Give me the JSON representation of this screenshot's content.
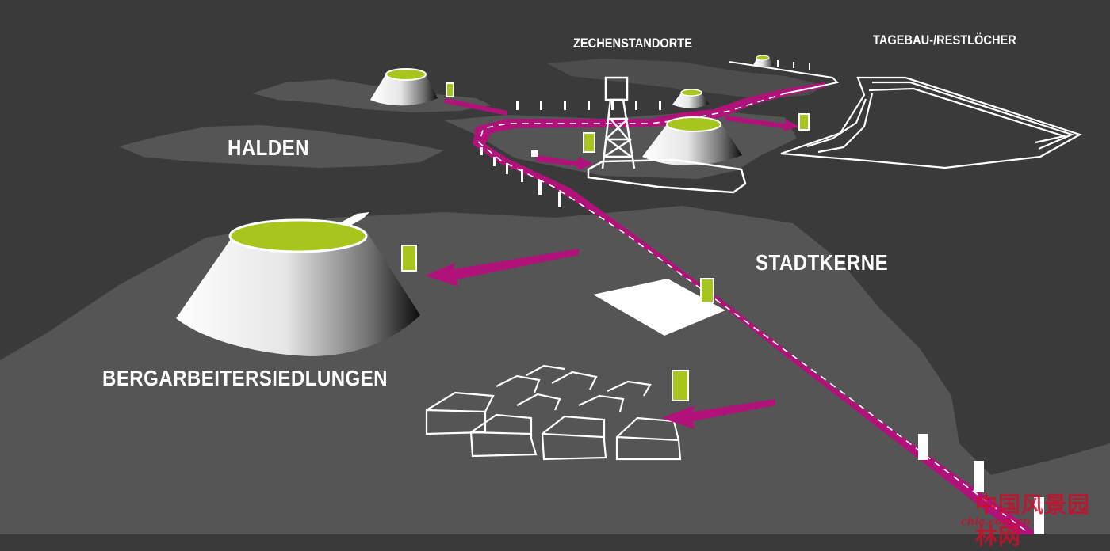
{
  "labels": {
    "halden": "HALDEN",
    "bergarbeitersiedlungen": "BERGARBEITERSIEDLUNGEN",
    "stadtkerne": "STADTKERNE",
    "zechenstandorte": "ZECHENSTANDORTE",
    "tagebau": "TAGEBAU-/RESTLÖCHER"
  },
  "watermark": {
    "brand": "中国风景园林网",
    "url": "chla.com.cn"
  },
  "colors": {
    "background": "#3a3a3a",
    "terrain": "#555555",
    "road": "#b0127a",
    "accent_green": "#a6c51d",
    "outline": "#ffffff"
  }
}
